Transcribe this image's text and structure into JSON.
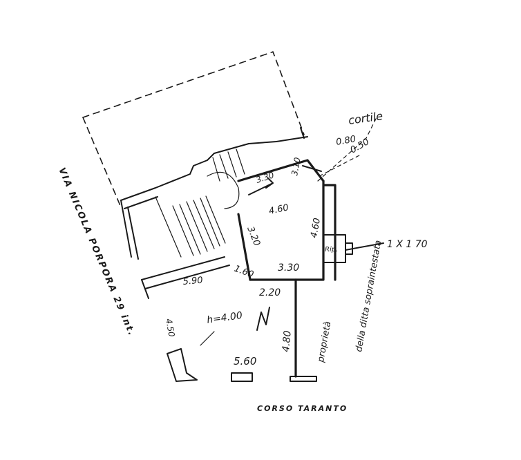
{
  "streets": {
    "side": "VIA NICOLA PORPORA 29 int.",
    "front": "CORSO TARANTO"
  },
  "annotations": {
    "courtyard": "cortile",
    "right_owner": "della ditta sopraintestata",
    "other_owner": "proprietà",
    "ceiling_height": "h=4.00",
    "closet": "Rip.",
    "window": "1 X 1 70"
  },
  "dimensions": [
    "0.80",
    "0.50",
    "3.30",
    "3.10",
    "4.60",
    "3.20",
    "4.60",
    "1.60",
    "3.30",
    "2.20",
    "4.80",
    "5.60",
    "5.90",
    "4.50"
  ]
}
